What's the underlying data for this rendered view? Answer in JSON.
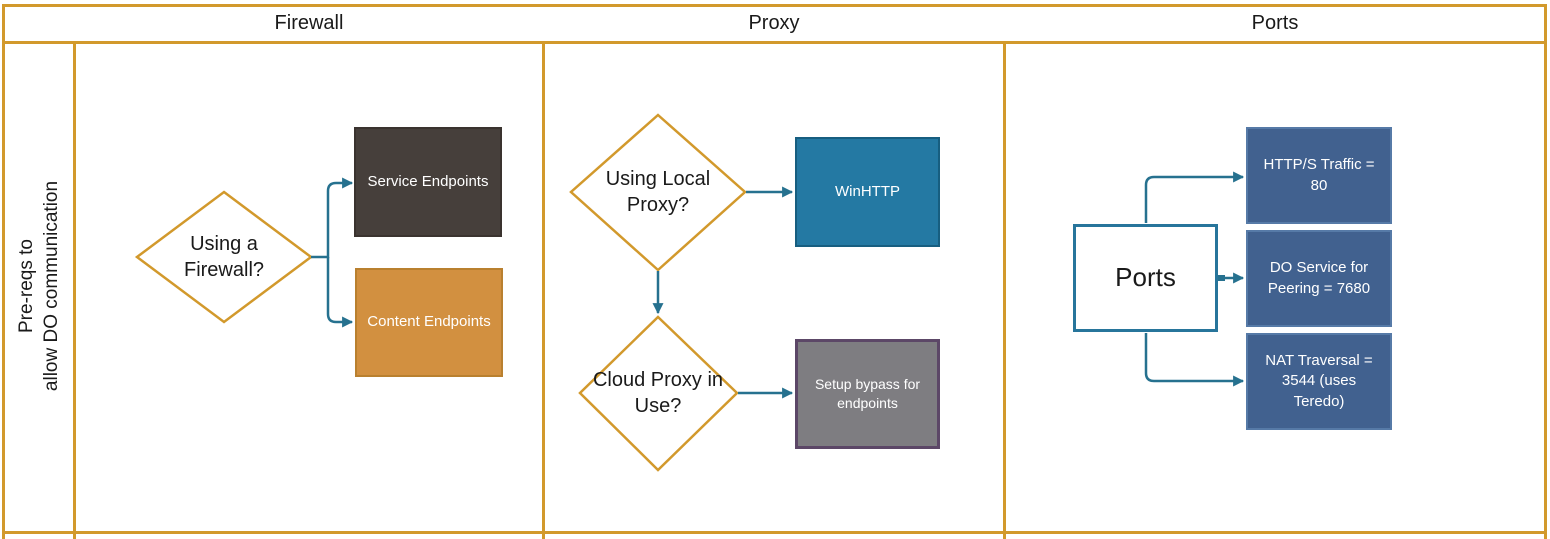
{
  "colors": {
    "grid": "#D2992C",
    "connector": "#26718F",
    "diamond_border": "#D2992C",
    "service_fill": "#463F3B",
    "service_border": "#3A332F",
    "content_fill": "#D29040",
    "content_border": "#B9802F",
    "winhttp_fill": "#2479A3",
    "winhttp_border": "#175E80",
    "bypass_fill": "#7E7D81",
    "bypass_border": "#5C4767",
    "ports_border": "#27759B",
    "port_fill": "#41618F",
    "port_border": "#567AA7"
  },
  "header": {
    "firewall": "Firewall",
    "proxy": "Proxy",
    "ports": "Ports"
  },
  "sidebar": {
    "line1": "Pre-reqs to",
    "line2": "allow DO communication"
  },
  "firewall": {
    "decision": "Using a Firewall?",
    "service": "Service Endpoints",
    "content": "Content Endpoints"
  },
  "proxy": {
    "decision_local": "Using Local Proxy?",
    "winhttp": "WinHTTP",
    "decision_cloud": "Cloud Proxy in Use?",
    "bypass": "Setup bypass for endpoints"
  },
  "ports": {
    "source": "Ports",
    "items": [
      "HTTP/S Traffic = 80",
      "DO Service for Peering = 7680",
      "NAT Traversal = 3544 (uses Teredo)"
    ]
  }
}
